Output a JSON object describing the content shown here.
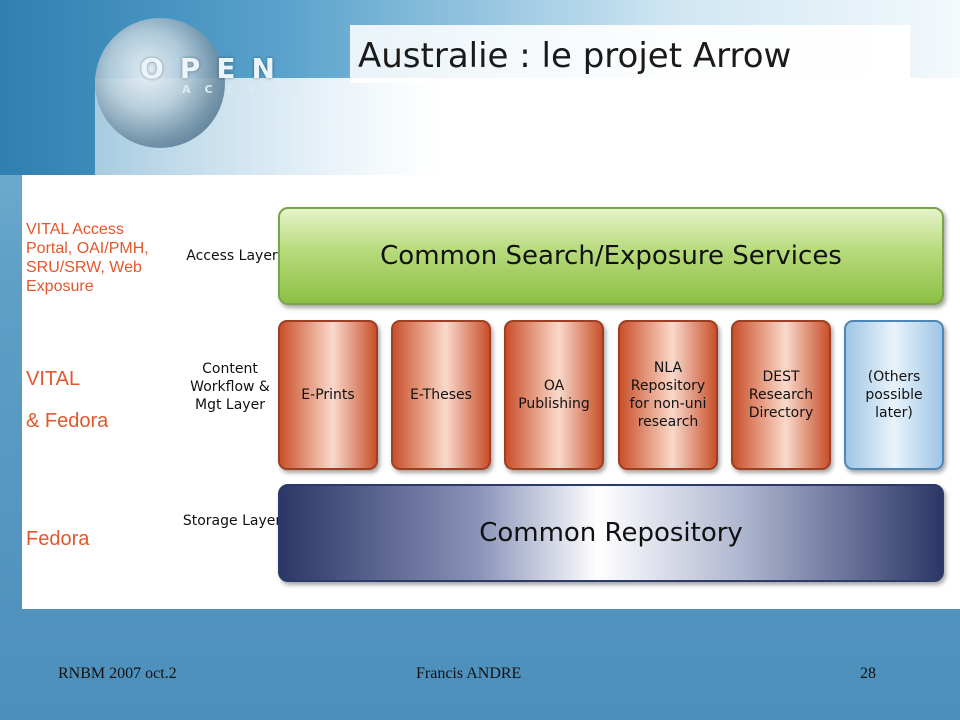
{
  "header": {
    "title": "Australie : le projet Arrow",
    "logo_word": "OPEN",
    "logo_subword": "ACCESS"
  },
  "side_labels": {
    "access": "VITAL Access Portal, OAI/PMH, SRU/SRW, Web Exposure",
    "vital": "VITAL",
    "fedora_amp": "& Fedora",
    "fedora": "Fedora"
  },
  "diagram": {
    "layers": {
      "access": "Access Layer",
      "content": "Content Workflow & Mgt Layer",
      "storage": "Storage Layer"
    },
    "top_bar": "Common Search/Exposure Services",
    "bottom_bar": "Common Repository",
    "columns": [
      "E-Prints",
      "E-Theses",
      "OA Publishing",
      "NLA Repository for non-uni research",
      "DEST Research Directory",
      "(Others possible later)"
    ]
  },
  "footer": {
    "left": "RNBM 2007 oct.2",
    "center": "Francis ANDRE",
    "page": "28"
  },
  "colors": {
    "side_label": "#e2572b",
    "green": "#8cc046",
    "orange": "#c9502b",
    "navy": "#2b3766",
    "light_blue": "#9ec6e6"
  }
}
